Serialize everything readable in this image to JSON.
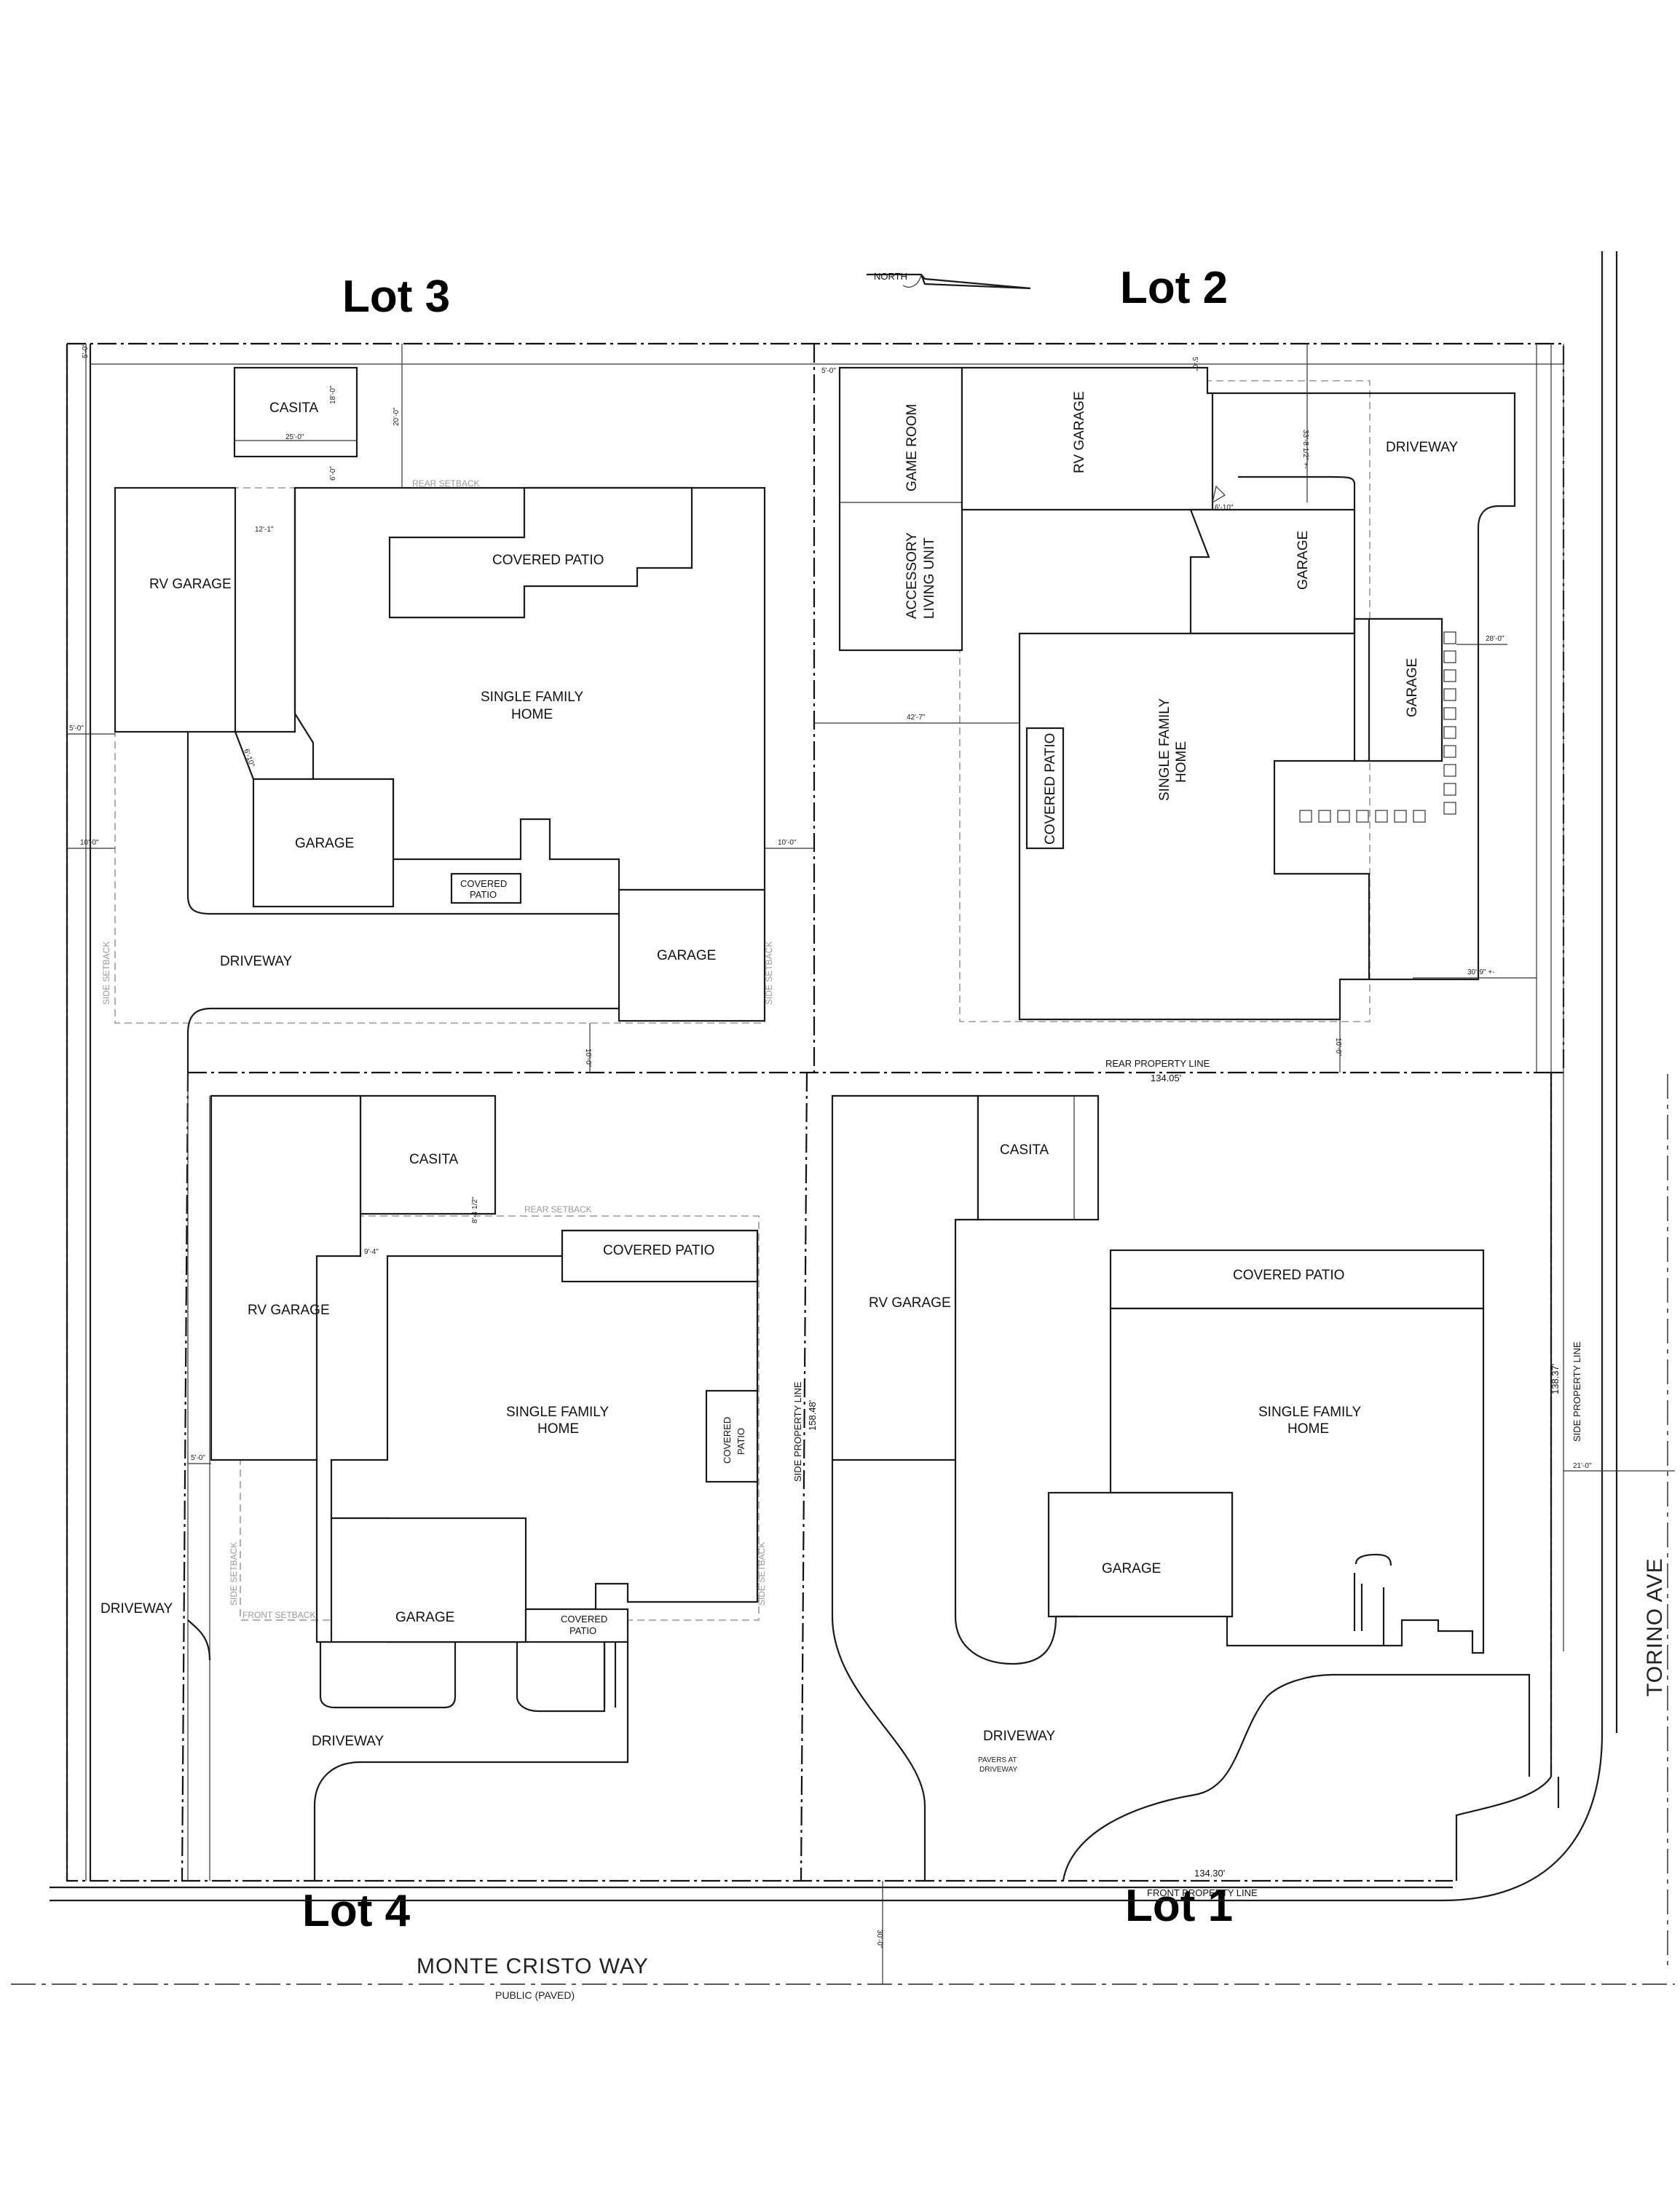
{
  "lots": {
    "lot1": "Lot 1",
    "lot2": "Lot 2",
    "lot3": "Lot 3",
    "lot4": "Lot 4"
  },
  "north": "NORTH",
  "streets": {
    "monte_cristo": "MONTE CRISTO WAY",
    "monte_cristo_sub": "PUBLIC (PAVED)",
    "torino": "TORINO AVE"
  },
  "lines": {
    "rear_property_line": "REAR PROPERTY LINE",
    "rear_dim": "134.05'",
    "front_property_line": "FRONT PROPERTY LINE",
    "front_dim": "134.30'",
    "side_property_line_mid": "SIDE PROPERTY LINE",
    "side_dim_mid": "158.48'",
    "side_property_line_east": "SIDE PROPERTY LINE",
    "side_dim_east": "138.37'",
    "rear_setback": "REAR SETBACK",
    "side_setback": "SIDE SETBACK",
    "front_setback": "FRONT SETBACK"
  },
  "labels": {
    "casita": "CASITA",
    "rv_garage": "RV GARAGE",
    "covered_patio": "COVERED PATIO",
    "covered": "COVERED",
    "patio": "PATIO",
    "single_family": "SINGLE FAMILY",
    "home": "HOME",
    "garage": "GARAGE",
    "driveway": "DRIVEWAY",
    "game_room": "GAME ROOM",
    "accessory": "ACCESSORY",
    "living_unit": "LIVING UNIT",
    "pavers_at": "PAVERS AT",
    "driveway_small": "DRIVEWAY"
  },
  "dims": {
    "d_25_0": "25'-0\"",
    "d_18_0": "18'-0\"",
    "d_6_0": "6'-0\"",
    "d_20_0": "20'-0\"",
    "d_12_1": "12'-1\"",
    "d_5_0": "5'-0\"",
    "d_10_0": "10'-0\"",
    "d_19_0": "19'-0\"",
    "d_33_8": "33'-8 1/2\" +-",
    "d_42_7": "42'-7\"",
    "d_28_0": "28'-0\"",
    "d_30_9": "30'-9\" +-",
    "d_6_10": "6'-10\"",
    "d_9_4": "9'-4\"",
    "d_8_4": "8'-4 1/2\"",
    "d_30_0": "30'-0\"",
    "d_21_0": "21'-0\""
  }
}
